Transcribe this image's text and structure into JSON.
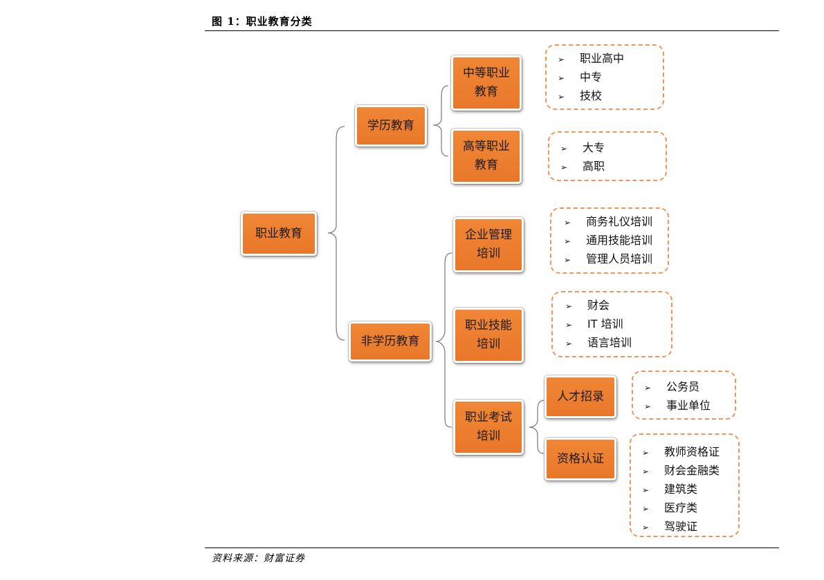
{
  "figure_title": "图 1：职业教育分类",
  "source": "资料来源：财富证券",
  "bullet_glyph": "➢",
  "colors": {
    "node_fill": "#ee7f30",
    "leaf_border": "#f0955a",
    "connector": "#808080"
  },
  "nodes": {
    "root": "职业教育",
    "xueli": "学历教育",
    "feixueli": "非学历教育",
    "zhongdeng": [
      "中等职业",
      "教育"
    ],
    "gaodeng": [
      "高等职业",
      "教育"
    ],
    "qiye": [
      "企业管理",
      "培训"
    ],
    "jineng": [
      "职业技能",
      "培训"
    ],
    "kaoshi": [
      "职业考试",
      "培训"
    ],
    "rencai": "人才招录",
    "zige": "资格认证"
  },
  "leaves": {
    "zhongdeng": [
      "职业高中",
      "中专",
      "技校"
    ],
    "gaodeng": [
      "大专",
      "高职"
    ],
    "qiye": [
      "商务礼仪培训",
      "通用技能培训",
      "管理人员培训"
    ],
    "jineng": [
      "财会",
      "IT 培训",
      "语言培训"
    ],
    "rencai": [
      "公务员",
      "事业单位"
    ],
    "zige": [
      "教师资格证",
      "财会金融类",
      "建筑类",
      "医疗类",
      "驾驶证"
    ]
  }
}
